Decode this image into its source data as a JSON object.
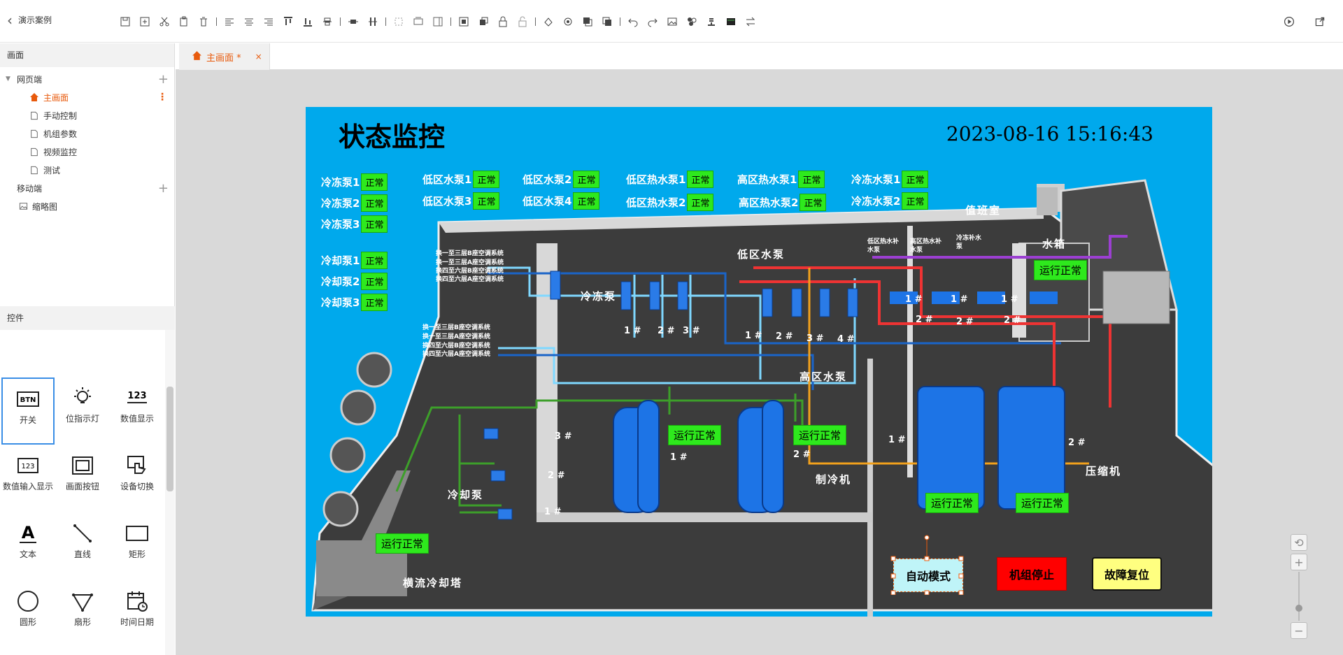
{
  "app": {
    "back_label": "演示案例"
  },
  "sidebar": {
    "pages_title": "画面",
    "web_group": "网页端",
    "pages": [
      "主画面",
      "手动控制",
      "机组参数",
      "视频监控",
      "测试"
    ],
    "mobile_group": "移动端",
    "thumbnail": "缩略图",
    "controls_title": "控件",
    "controls": [
      "开关",
      "位指示灯",
      "数值显示",
      "数值输入显示",
      "画面按钮",
      "设备切换",
      "文本",
      "直线",
      "矩形",
      "圆形",
      "扇形",
      "时间日期"
    ]
  },
  "tab": {
    "label": "主画面 *"
  },
  "scada": {
    "title": "状态监控",
    "datetime": "2023-08-16 15:16:43",
    "status_ok": "正常",
    "run_ok": "运行正常",
    "pumps_left": [
      "冷冻泵1",
      "冷冻泵2",
      "冷冻泵3",
      "冷却泵1",
      "冷却泵2",
      "冷却泵3"
    ],
    "pumps_row1": [
      "低区水泵1",
      "低区水泵2",
      "低区热水泵1",
      "高区热水泵1",
      "冷冻水泵1"
    ],
    "pumps_row2": [
      "低区水泵3",
      "低区水泵4",
      "低区热水泵2",
      "高区热水泵2",
      "冷冻水泵2"
    ],
    "areas": {
      "duty_room": "值班室",
      "water_tank": "水箱",
      "low_water_pump": "低区水泵",
      "chilled_pump": "冷冻泵",
      "high_water_pump": "高区水泵",
      "chiller": "制冷机",
      "compressor": "压缩机",
      "cooling_pump": "冷却泵",
      "cooling_tower": "横流冷却塔",
      "low_hot_supply": "低区热水补水泵",
      "high_hot_supply": "高区热水补水泵",
      "chilled_supply": "冷冻补水泵"
    },
    "system_labels_1": [
      "换一至三层B座空调系统",
      "换一至三层A座空调系统",
      "换四至六层B座空调系统",
      "换四至六层A座空调系统"
    ],
    "system_labels_2": [
      "换一至三层B座空调系统",
      "换一至三层A座空调系统",
      "换四至六层B座空调系统",
      "换四至六层A座空调系统"
    ],
    "unit_numbers": [
      "1 #",
      "2 #",
      "3 #",
      "4 #"
    ],
    "buttons": {
      "auto": "自动模式",
      "stop": "机组停止",
      "reset": "故障复位"
    },
    "colors": {
      "background": "#00a9ec",
      "ok": "#2ee91d",
      "stop": "#ff0000",
      "reset": "#ffff80",
      "auto": "#bff4f8"
    }
  }
}
